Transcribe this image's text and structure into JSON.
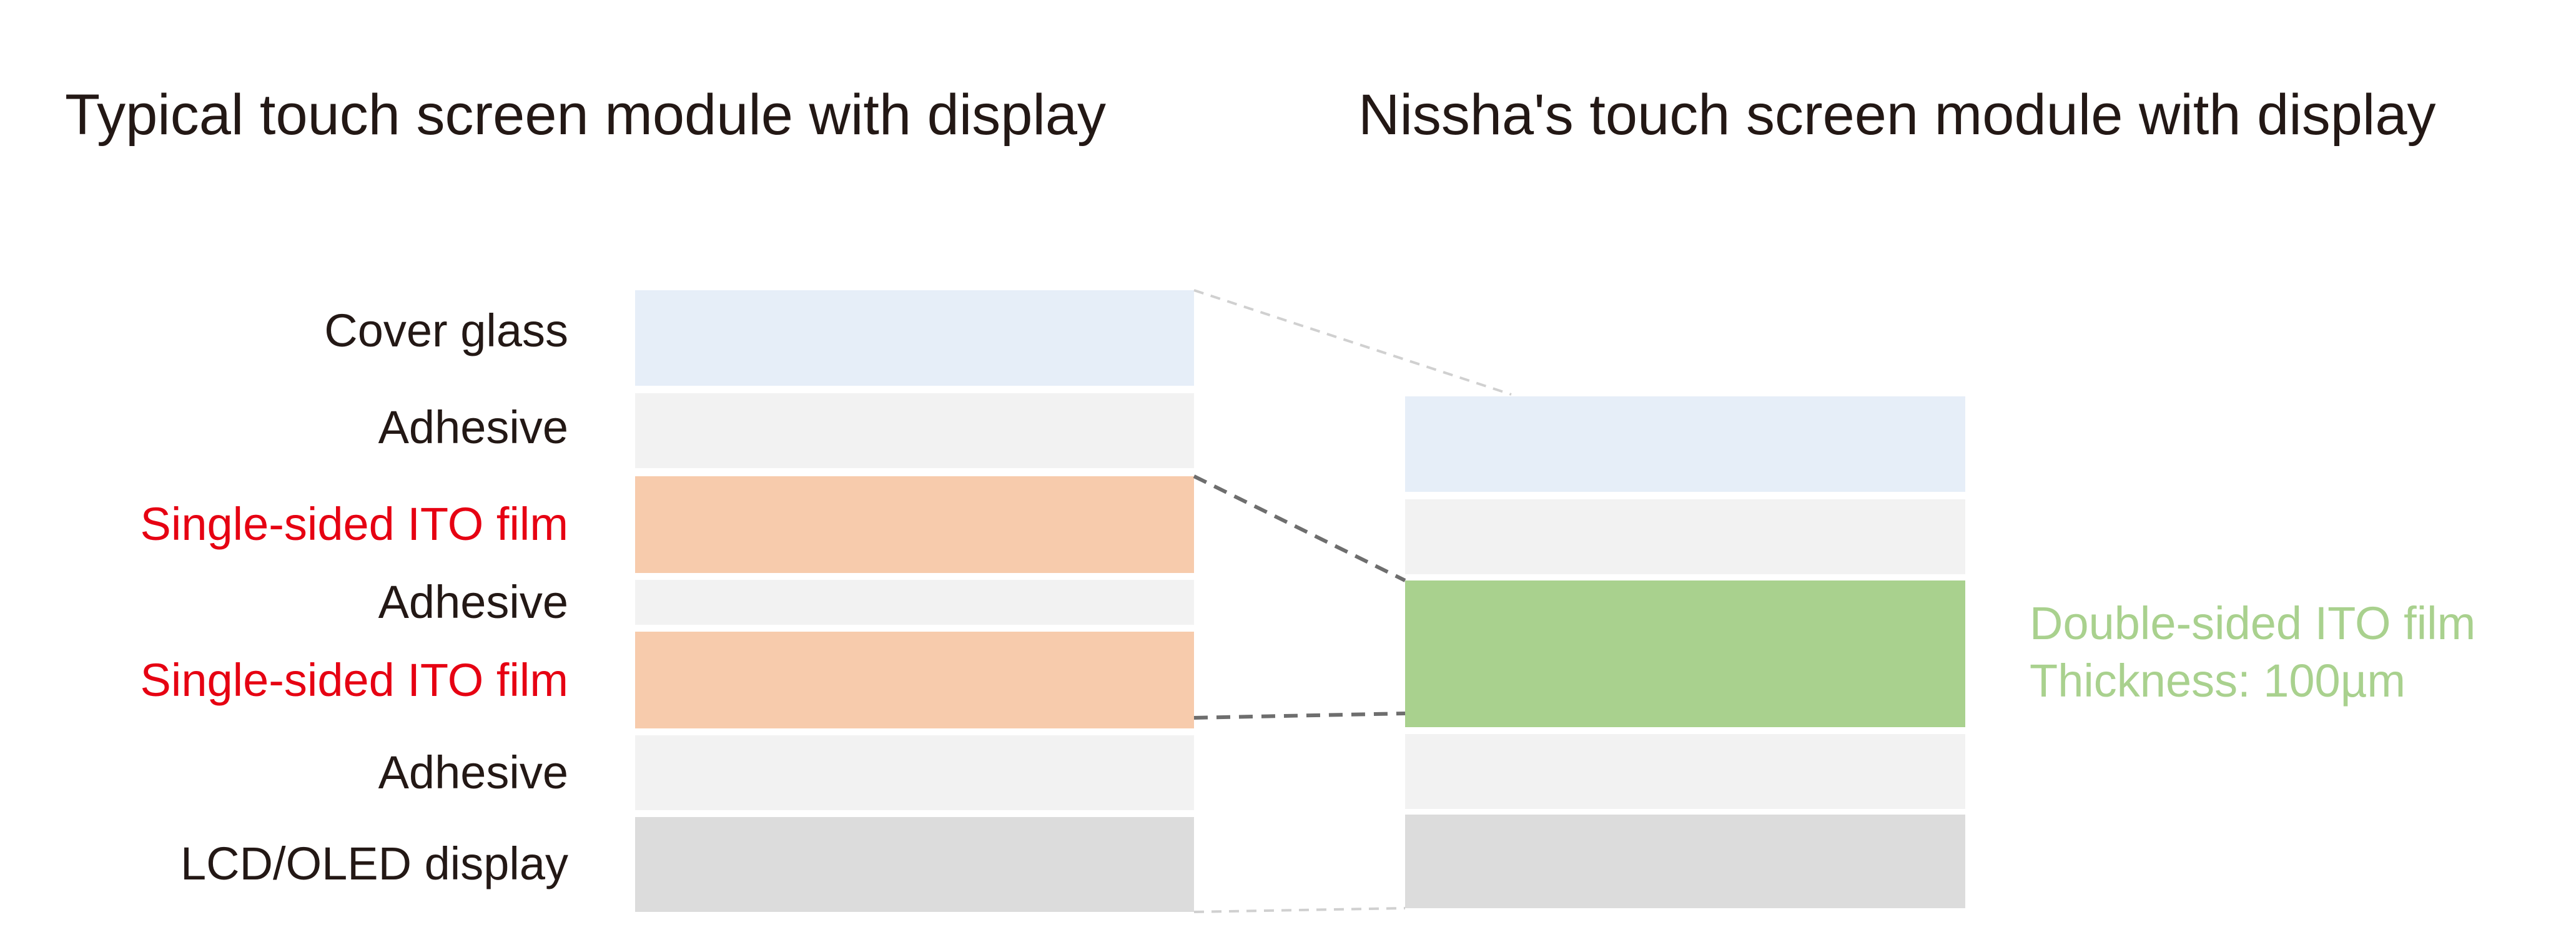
{
  "headings": {
    "typical": "Typical touch screen module with display",
    "nissha": "Nissha's touch screen module with display"
  },
  "typical_layers": [
    {
      "label": "Cover glass",
      "style": "dark",
      "fill": "#e6eef8"
    },
    {
      "label": "Adhesive",
      "style": "dark",
      "fill": "#f2f2f2"
    },
    {
      "label": "Single-sided ITO film",
      "style": "red",
      "fill": "#f7cbac"
    },
    {
      "label": "Adhesive",
      "style": "dark",
      "fill": "#f2f2f2"
    },
    {
      "label": "Single-sided ITO film",
      "style": "red",
      "fill": "#f7cbac"
    },
    {
      "label": "Adhesive",
      "style": "dark",
      "fill": "#f2f2f2"
    },
    {
      "label": "LCD/OLED display",
      "style": "dark",
      "fill": "#dcdcdc"
    }
  ],
  "nissha_layers": [
    {
      "fill": "#e6eef8"
    },
    {
      "fill": "#f2f2f2"
    },
    {
      "fill": "#a9d18e"
    },
    {
      "fill": "#f2f2f2"
    },
    {
      "fill": "#dcdcdc"
    }
  ],
  "annotation": {
    "line1": "Double-sided ITO film",
    "line2": "Thickness: 100µm",
    "color": "#a9d18e"
  },
  "colors": {
    "text": "#231815",
    "highlight_red": "#e60012",
    "dashed_light": "#d0d0d0",
    "dashed_dark": "#6e6e6e"
  }
}
